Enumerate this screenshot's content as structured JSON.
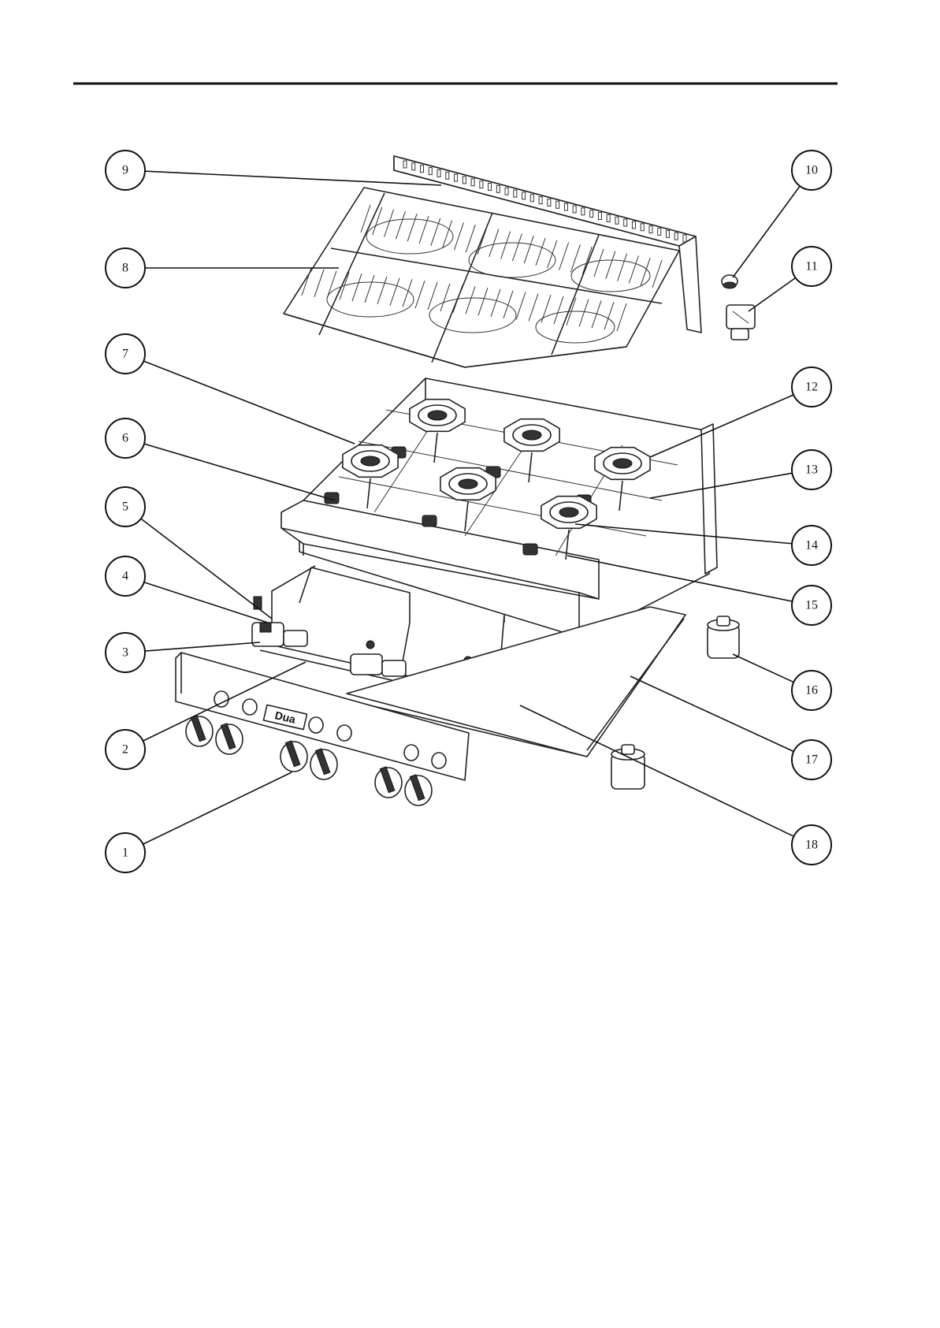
{
  "diagram": {
    "callouts": [
      {
        "id": "1",
        "label": "1"
      },
      {
        "id": "2",
        "label": "2"
      },
      {
        "id": "3",
        "label": "3"
      },
      {
        "id": "4",
        "label": "4"
      },
      {
        "id": "5",
        "label": "5"
      },
      {
        "id": "6",
        "label": "6"
      },
      {
        "id": "7",
        "label": "7"
      },
      {
        "id": "8",
        "label": "8"
      },
      {
        "id": "9",
        "label": "9"
      },
      {
        "id": "10",
        "label": "10"
      },
      {
        "id": "11",
        "label": "11"
      },
      {
        "id": "12",
        "label": "12"
      },
      {
        "id": "13",
        "label": "13"
      },
      {
        "id": "14",
        "label": "14"
      },
      {
        "id": "15",
        "label": "15"
      },
      {
        "id": "16",
        "label": "16"
      },
      {
        "id": "17",
        "label": "17"
      },
      {
        "id": "18",
        "label": "18"
      }
    ],
    "control_panel": {
      "badge_text": "Dua"
    }
  }
}
